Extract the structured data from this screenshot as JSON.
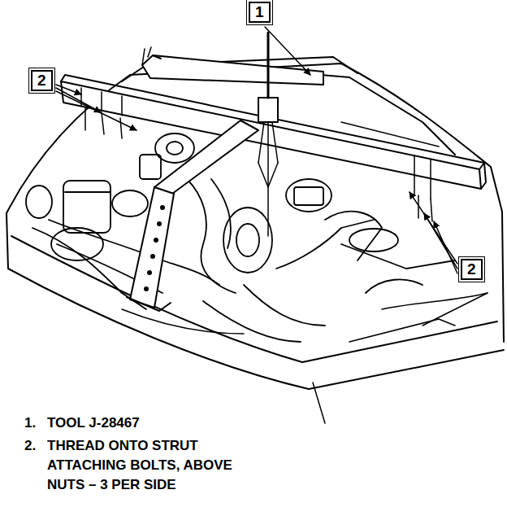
{
  "diagram": {
    "labels": [
      "1",
      "2",
      "2",
      "1.",
      "TOOL J-28467",
      "2.",
      "THREAD ONTO STRUT ATTACHING BOLTS, ABOVE NUTS – 3 PER SIDE"
    ]
  }
}
